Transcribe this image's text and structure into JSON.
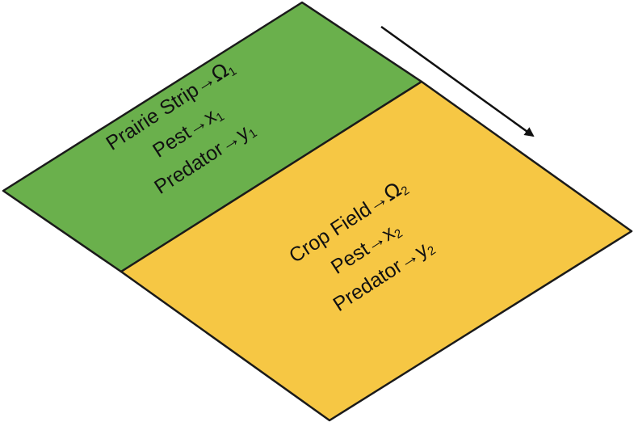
{
  "colors": {
    "prairie": "#6ab04c",
    "crop": "#f6c744",
    "outline": "#1a1a1a"
  },
  "regions": [
    {
      "name": "Prairie Strip",
      "lines": [
        {
          "label": "Prairie Strip",
          "arrow": "→",
          "symbol": "Ω",
          "sub": "1"
        },
        {
          "label": "Pest",
          "arrow": "→",
          "symbol": "x",
          "sub": "1"
        },
        {
          "label": "Predator",
          "arrow": "→",
          "symbol": "y",
          "sub": "1"
        }
      ]
    },
    {
      "name": "Crop Field",
      "lines": [
        {
          "label": "Crop Field",
          "arrow": "→",
          "symbol": "Ω",
          "sub": "2"
        },
        {
          "label": "Pest",
          "arrow": "→",
          "symbol": "x",
          "sub": "2"
        },
        {
          "label": "Predator",
          "arrow": "→",
          "symbol": "y",
          "sub": "2"
        }
      ]
    }
  ]
}
